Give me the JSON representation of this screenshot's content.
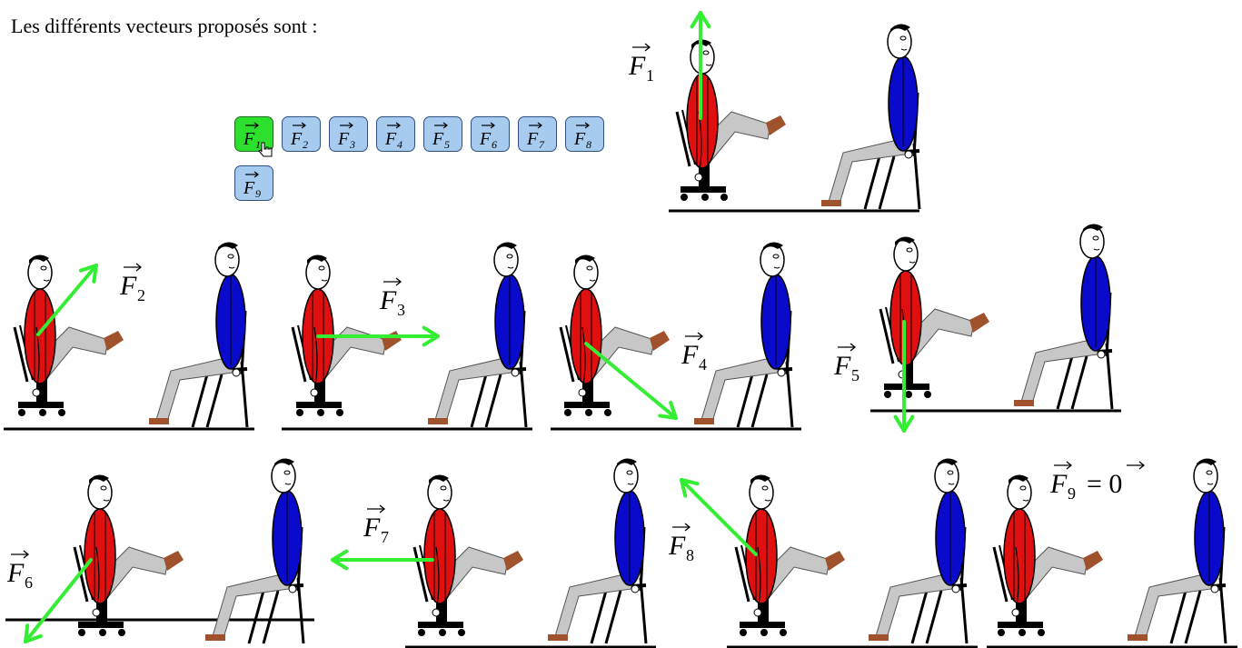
{
  "intro": "Les différents vecteurs proposés sont :",
  "colors": {
    "arrow": "#33ee33",
    "seated_shirt": "#e01010",
    "standing_shirt": "#0a0acc",
    "leg": "#c7c7c7",
    "shoe": "#a0522d",
    "button": "#a7cbef",
    "button_active": "#2ee02e"
  },
  "buttons": [
    {
      "letter": "F",
      "sub": "1",
      "active": true
    },
    {
      "letter": "F",
      "sub": "2",
      "active": false
    },
    {
      "letter": "F",
      "sub": "3",
      "active": false
    },
    {
      "letter": "F",
      "sub": "4",
      "active": false
    },
    {
      "letter": "F",
      "sub": "5",
      "active": false
    },
    {
      "letter": "F",
      "sub": "6",
      "active": false
    },
    {
      "letter": "F",
      "sub": "7",
      "active": false
    },
    {
      "letter": "F",
      "sub": "8",
      "active": false
    },
    {
      "letter": "F",
      "sub": "9",
      "active": false
    }
  ],
  "scenes": [
    {
      "label_letter": "F",
      "label_sub": "1",
      "suffix": ""
    },
    {
      "label_letter": "F",
      "label_sub": "2",
      "suffix": ""
    },
    {
      "label_letter": "F",
      "label_sub": "3",
      "suffix": ""
    },
    {
      "label_letter": "F",
      "label_sub": "4",
      "suffix": ""
    },
    {
      "label_letter": "F",
      "label_sub": "5",
      "suffix": ""
    },
    {
      "label_letter": "F",
      "label_sub": "6",
      "suffix": ""
    },
    {
      "label_letter": "F",
      "label_sub": "7",
      "suffix": ""
    },
    {
      "label_letter": "F",
      "label_sub": "8",
      "suffix": ""
    },
    {
      "label_letter": "F",
      "label_sub": "9",
      "suffix": "= 0"
    }
  ]
}
